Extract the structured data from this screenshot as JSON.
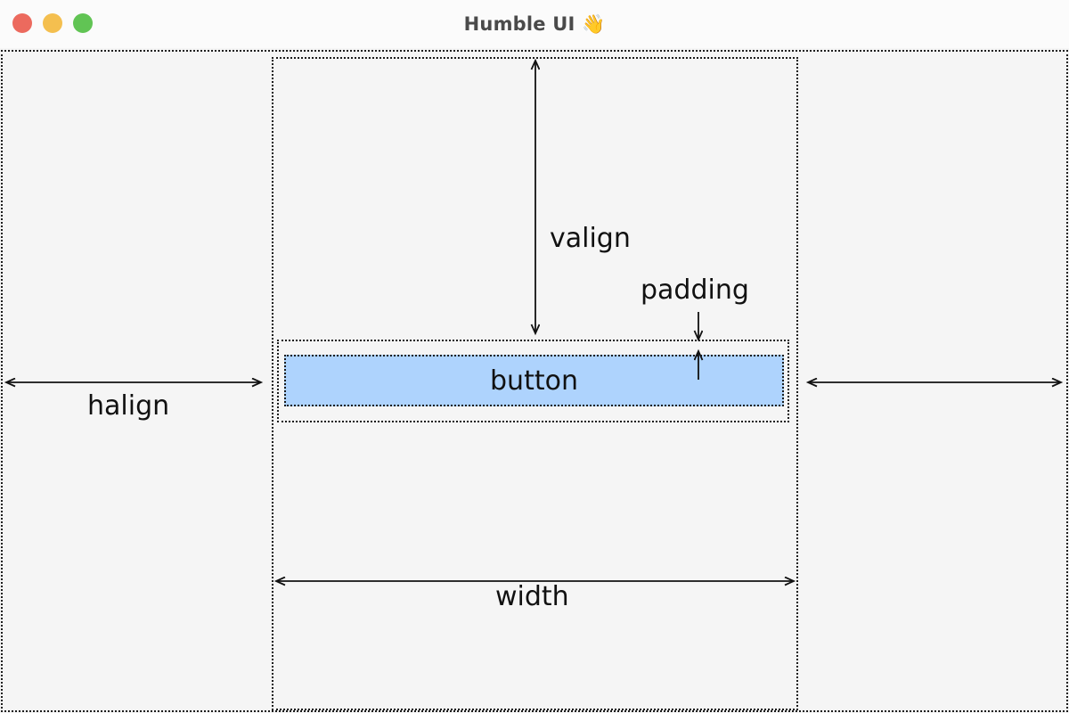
{
  "window": {
    "title": "Humble UI 👋",
    "traffic_lights": [
      {
        "name": "close",
        "color": "#ec6a5e"
      },
      {
        "name": "minimize",
        "color": "#f4bf4f"
      },
      {
        "name": "maximize",
        "color": "#61c454"
      }
    ]
  },
  "diagram": {
    "button": {
      "label": "button",
      "fill_color": "#aed3fd",
      "border_style": "dotted",
      "border_color": "#1c1c1c"
    },
    "boxes": [
      {
        "name": "outer-container",
        "border_style": "dotted",
        "fill_color": "#f5f5f5"
      },
      {
        "name": "width-column",
        "border_style": "dotted",
        "fill_color": "#f5f5f5"
      },
      {
        "name": "padding-box",
        "border_style": "dotted",
        "fill_color": "#f5f5f5"
      }
    ],
    "annotations": [
      {
        "name": "valign",
        "label": "valign",
        "arrow": "double-vertical"
      },
      {
        "name": "halign",
        "label": "halign",
        "arrow": "double-horizontal"
      },
      {
        "name": "padding",
        "label": "padding",
        "arrow": "two-opposing-vertical"
      },
      {
        "name": "width",
        "label": "width",
        "arrow": "double-horizontal"
      }
    ],
    "colors": {
      "background": "#f5f5f5",
      "titlebar": "#fbfbfb",
      "stroke": "#1c1c1c",
      "accent": "#aed3fd"
    }
  }
}
